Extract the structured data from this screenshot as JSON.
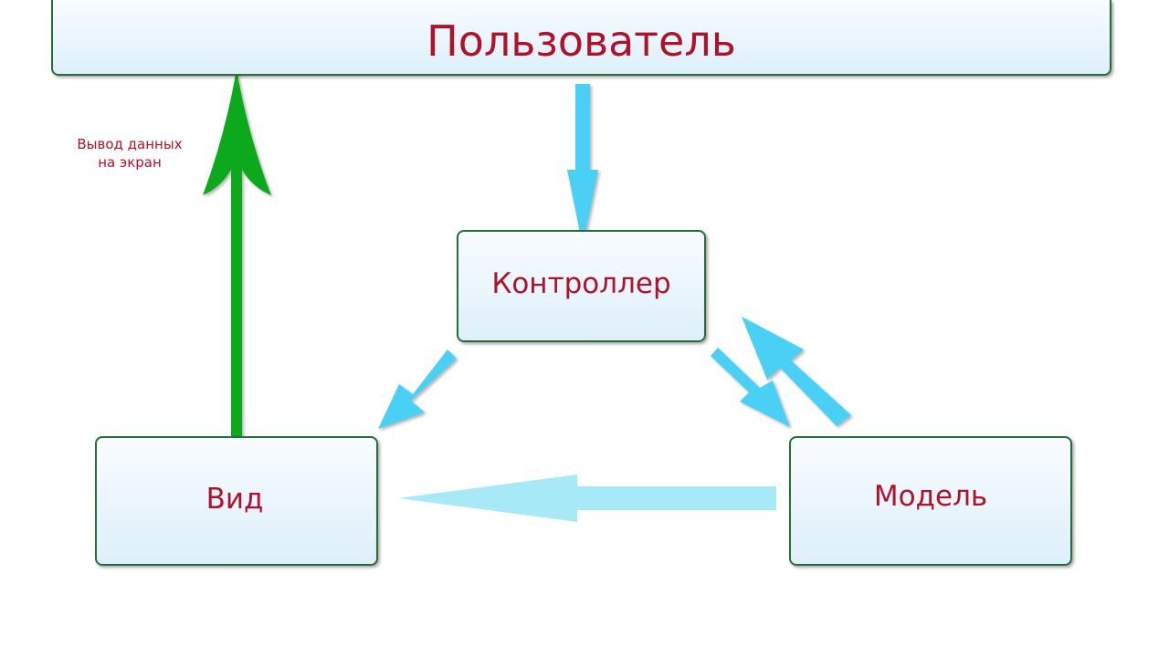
{
  "nodes": {
    "user": "Пользователь",
    "controller": "Контроллер",
    "view": "Вид",
    "model": "Модель"
  },
  "labels": {
    "view_to_user": "Вывод данных\nна экран"
  },
  "colors": {
    "node_text": "#b0122b",
    "node_border": "#2a6b3a",
    "node_fill_top": "#f9fcff",
    "node_fill_bottom": "#ddeffb",
    "arrow_cyan": "#4cd0f5",
    "arrow_light_cyan": "#a8e9f7",
    "arrow_green": "#0ca91a"
  },
  "edges": [
    {
      "from": "user",
      "to": "controller"
    },
    {
      "from": "controller",
      "to": "view"
    },
    {
      "from": "controller",
      "to": "model"
    },
    {
      "from": "model",
      "to": "controller"
    },
    {
      "from": "model",
      "to": "view"
    },
    {
      "from": "view",
      "to": "user",
      "label": "Вывод данных\nна экран"
    }
  ]
}
